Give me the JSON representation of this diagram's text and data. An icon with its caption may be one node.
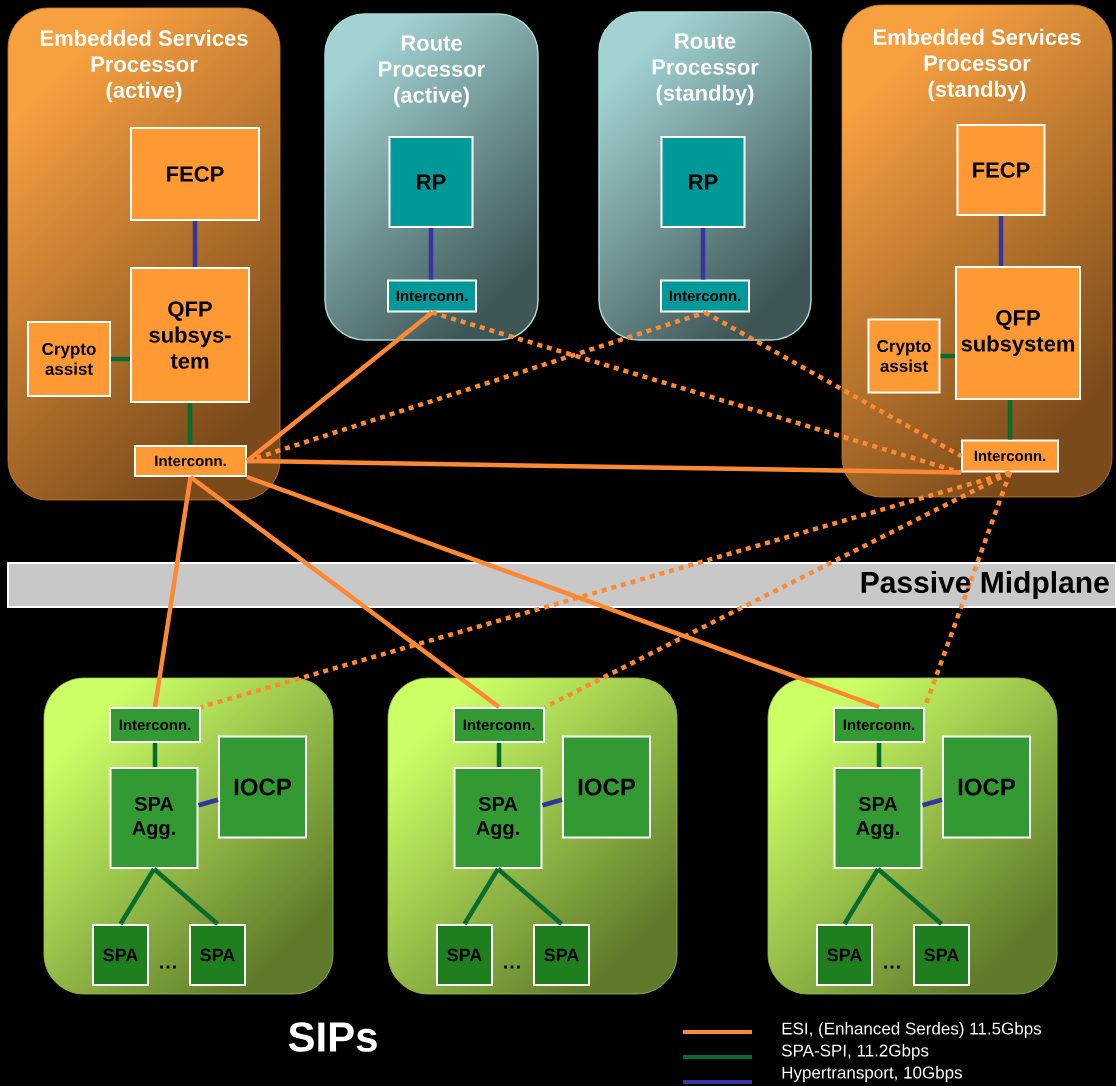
{
  "diagram": {
    "nodes": [
      {
        "text": [
          "Embedded Services Processor (active)"
        ]
      },
      {
        "text": [
          "FECP"
        ],
        "in": 0
      },
      {
        "text": [
          "QFP subsys-tem"
        ],
        "in": 0
      },
      {
        "text": [
          "Crypto assist"
        ],
        "in": 0
      },
      {
        "text": [
          "Interconn."
        ],
        "in": 0
      },
      {
        "text": [
          "Route Processor (active)"
        ]
      },
      {
        "text": [
          "RP"
        ],
        "in": 5
      },
      {
        "text": [
          "Interconn."
        ],
        "in": 5
      },
      {
        "text": [
          "Route Processor (standby)"
        ]
      },
      {
        "text": [
          "RP"
        ],
        "in": 8
      },
      {
        "text": [
          "Interconn."
        ],
        "in": 8
      },
      {
        "text": [
          "Embedded Services Processor (standby)"
        ]
      },
      {
        "text": [
          "FECP"
        ],
        "in": 11
      },
      {
        "text": [
          "QFP subsystem"
        ],
        "in": 11
      },
      {
        "text": [
          "Crypto assist"
        ],
        "in": 11
      },
      {
        "text": [
          "Interconn."
        ],
        "in": 11
      },
      {
        "text": [],
        "shape": "box"
      },
      {
        "text": [
          "Interconn."
        ],
        "in": 16
      },
      {
        "text": [
          "SPA Agg."
        ],
        "in": 16
      },
      {
        "text": [
          "IOCP"
        ],
        "in": 16
      },
      {
        "text": [
          "SPA"
        ],
        "in": 16
      },
      {
        "text": [
          "SPA"
        ],
        "in": 16
      },
      {
        "text": [],
        "shape": "box"
      },
      {
        "text": [
          "Interconn."
        ],
        "in": 22
      },
      {
        "text": [
          "SPA Agg."
        ],
        "in": 22
      },
      {
        "text": [
          "IOCP"
        ],
        "in": 22
      },
      {
        "text": [
          "SPA"
        ],
        "in": 22
      },
      {
        "text": [
          "SPA"
        ],
        "in": 22
      },
      {
        "text": [],
        "shape": "box"
      },
      {
        "text": [
          "Interconn."
        ],
        "in": 28
      },
      {
        "text": [
          "SPA Agg."
        ],
        "in": 28
      },
      {
        "text": [
          "IOCP"
        ],
        "in": 28
      },
      {
        "text": [
          "SPA"
        ],
        "in": 28
      },
      {
        "text": [
          "SPA"
        ],
        "in": 28
      }
    ],
    "edges": [
      {
        "from": 1,
        "to": 2,
        "arrow": "none",
        "color": "#3535a0"
      },
      {
        "from": 2,
        "to": 3,
        "arrow": "none",
        "color": "#0a6b2e"
      },
      {
        "from": 2,
        "to": 4,
        "arrow": "none",
        "color": "#0a6b2e"
      },
      {
        "from": 6,
        "to": 7,
        "arrow": "none",
        "color": "#3535a0"
      },
      {
        "from": 9,
        "to": 10,
        "arrow": "none",
        "color": "#3535a0"
      },
      {
        "from": 12,
        "to": 13,
        "arrow": "none",
        "color": "#3535a0"
      },
      {
        "from": 13,
        "to": 14,
        "arrow": "none",
        "color": "#0a6b2e"
      },
      {
        "from": 13,
        "to": 15,
        "arrow": "none",
        "color": "#0a6b2e"
      },
      {
        "from": 17,
        "to": 18,
        "arrow": "none",
        "color": "#0a6b2e"
      },
      {
        "from": 18,
        "to": 19,
        "arrow": "none",
        "color": "#3535a0"
      },
      {
        "from": 18,
        "to": 20,
        "arrow": "none",
        "color": "#0a6b2e"
      },
      {
        "from": 18,
        "to": 21,
        "arrow": "none",
        "color": "#0a6b2e"
      },
      {
        "from": 23,
        "to": 24,
        "arrow": "none",
        "color": "#0a6b2e"
      },
      {
        "from": 24,
        "to": 25,
        "arrow": "none",
        "color": "#3535a0"
      },
      {
        "from": 24,
        "to": 26,
        "arrow": "none",
        "color": "#0a6b2e"
      },
      {
        "from": 24,
        "to": 27,
        "arrow": "none",
        "color": "#0a6b2e"
      },
      {
        "from": 29,
        "to": 30,
        "arrow": "none",
        "color": "#0a6b2e"
      },
      {
        "from": 30,
        "to": 31,
        "arrow": "none",
        "color": "#3535a0"
      },
      {
        "from": 30,
        "to": 32,
        "arrow": "none",
        "color": "#0a6b2e"
      },
      {
        "from": 30,
        "to": 33,
        "arrow": "none",
        "color": "#0a6b2e"
      },
      {
        "from": 4,
        "to": 7,
        "arrow": "none",
        "color": "#ff8833"
      },
      {
        "from": 4,
        "to": 15,
        "arrow": "none",
        "color": "#ff8833"
      },
      {
        "from": 4,
        "to": 17,
        "arrow": "none",
        "color": "#ff8833"
      },
      {
        "from": 4,
        "to": 23,
        "arrow": "none",
        "color": "#ff8833"
      },
      {
        "from": 4,
        "to": 29,
        "arrow": "none",
        "color": "#ff8833"
      },
      {
        "from": 4,
        "to": 10,
        "arrow": "none",
        "color": "#ff8833",
        "style": "dashed"
      },
      {
        "from": 7,
        "to": 15,
        "arrow": "none",
        "color": "#ff8833",
        "style": "dashed"
      },
      {
        "from": 10,
        "to": 15,
        "arrow": "none",
        "color": "#ff8833",
        "style": "dashed"
      },
      {
        "from": 15,
        "to": 17,
        "arrow": "none",
        "color": "#ff8833",
        "style": "dashed"
      },
      {
        "from": 15,
        "to": 23,
        "arrow": "none",
        "color": "#ff8833",
        "style": "dashed"
      },
      {
        "from": 15,
        "to": 29,
        "arrow": "none",
        "color": "#ff8833",
        "style": "dashed"
      }
    ],
    "labels": [
      "Passive Midplane",
      "…",
      "…",
      "…",
      "SIPs"
    ],
    "legend": [
      {
        "text": "ESI, (Enhanced Serdes) 11.5Gbps"
      },
      {
        "text": "SPA-SPI, 11.2Gbps"
      },
      {
        "text": "Hypertransport, 10Gbps"
      }
    ]
  }
}
